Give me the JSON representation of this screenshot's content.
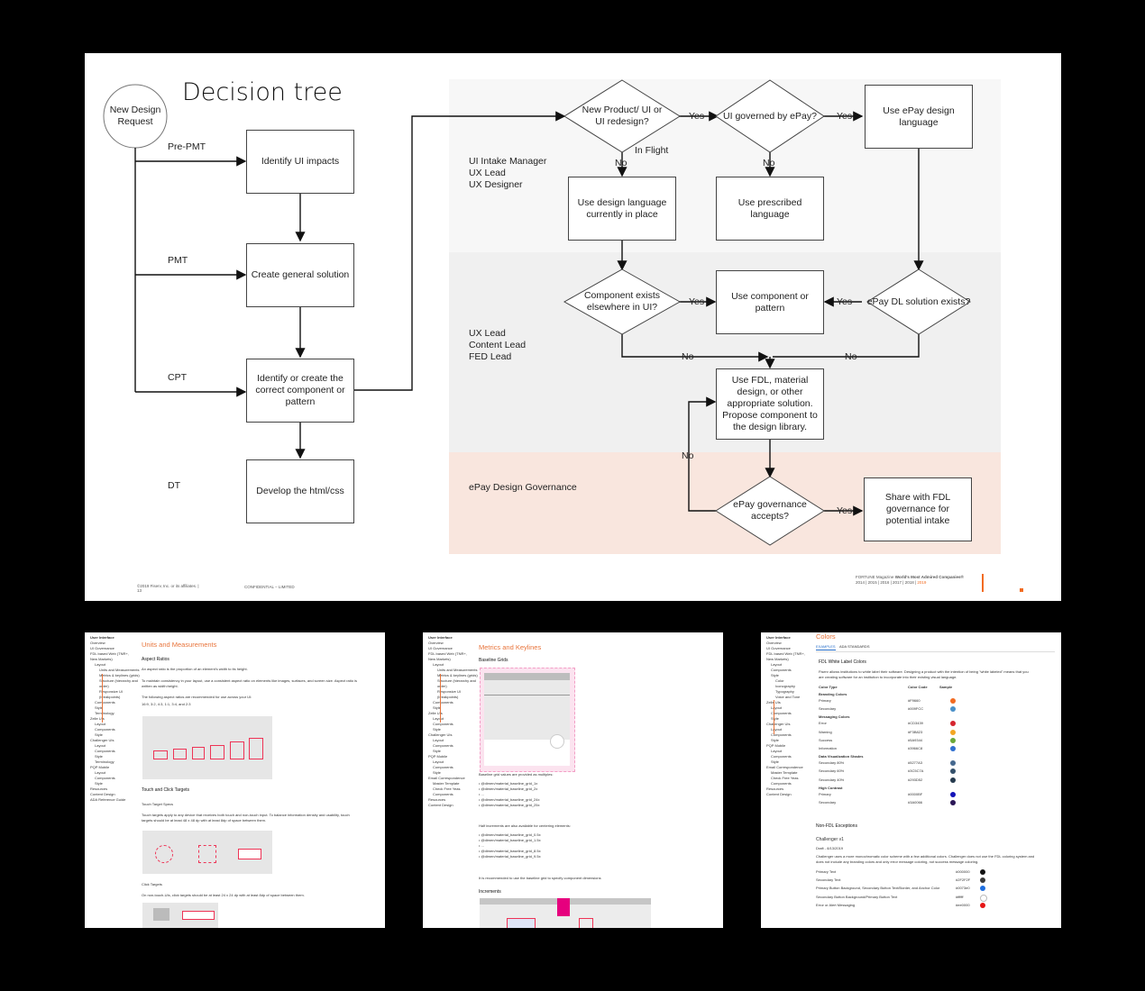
{
  "diagram": {
    "title": "Decision tree",
    "start": "New Design Request",
    "phases": [
      "Pre-PMT",
      "PMT",
      "CPT",
      "DT"
    ],
    "steps": [
      "Identify UI impacts",
      "Create general solution",
      "Identify or create the correct component or pattern",
      "Develop the html/css"
    ],
    "lanes": [
      "UI Intake Manager\nUX Lead\nUX Designer",
      "UX Lead\nContent Lead\nFED Lead",
      "ePay Design Governance"
    ],
    "decisions": {
      "new_product": "New Product/ UI or UI redesign?",
      "governed": "UI governed by ePay?",
      "component_exists": "Component exists elsewhere in UI?",
      "dl_solution": "ePay DL solution exists?",
      "governance_accepts": "ePay governance accepts?"
    },
    "actions": {
      "use_epay": "Use ePay design language",
      "use_current": "Use design language currently in place",
      "use_prescribed": "Use prescribed language",
      "use_component": "Use component or pattern",
      "use_fdl": "Use FDL, material design, or other appropriate solution. Propose component to the design library.",
      "share": "Share with FDL governance for potential intake"
    },
    "edge_labels": {
      "yes": "Yes",
      "no": "No",
      "in_flight": "In Flight"
    },
    "footer": {
      "copyright": "©2019 Fiserv, Inc. or its affiliates.  |",
      "page": "13",
      "confidential": "CONFIDENTIAL – LIMITED",
      "fortune_prefix": "FORTUNE Magazine ",
      "fortune_bold": "World's Most Admired Companies®",
      "years": "2014  |  2015  |  2016  |  2017  |  2018  |  ",
      "year_highlight": "2019"
    }
  },
  "shots": [
    {
      "nav": [
        "User Interface",
        "Overview",
        "UI Governance",
        "FDL based Web (TNR+, New Markets)",
        "Layout",
        "Units and Measurements",
        "Metrics & keylines (grids)",
        "Structure (hierarchy and order)",
        "Responsive UI (breakpoints)",
        "Components",
        "Style",
        "Terminology",
        "Zelle UIs",
        "Layout",
        "Components",
        "Style",
        "Challenger UIs",
        "Layout",
        "Components",
        "Style",
        "Terminology",
        "PQP Mobile",
        "Layout",
        "Components",
        "Style",
        "Resources",
        "Content Design",
        "ADA Reference Guide"
      ],
      "title": "Units and Measurements",
      "h1": "Aspect Ratios",
      "p1": "An aspect ratio is the proportion of an element's width to its height.",
      "p2": "To maintain consistency in your layout, use a consistent aspect ratio on elements like images, surfaces, and screen size. Aspect ratio is",
      "p2b": "written as width:height.",
      "p3": "The following aspect ratios are recommended for use across your UI:",
      "p4": "16:9, 3:2, 4:3, 1:1, 3:4, and 2:3",
      "h2": "Touch and Click Targets",
      "h3": "Touch Target Specs",
      "p5": "Touch targets apply to any device that receives both touch and non-touch input. To balance information density and usability, touch",
      "p5b": "targets should be at least 48 x 48 dp with at least 8dp of space between them.",
      "h4": "Click Targets",
      "p6": "On non-touch-UIs, click targets should be at least 24 x 24 dp with at least 8dp of space between them."
    },
    {
      "nav": [
        "User Interface",
        "Overview",
        "UI Governance",
        "FDL based Web (TNR+, New Markets)",
        "Layout",
        "Units and Measurements",
        "Metrics & keylines (grids)",
        "Structure (hierarchy and order)",
        "Responsive UI (breakpoints)",
        "Components",
        "Style",
        "Zelle UIs",
        "Layout",
        "Components",
        "Style",
        "Challenger UIs",
        "Layout",
        "Components",
        "Style",
        "PQP Mobile",
        "Layout",
        "Components",
        "Style",
        "Email Correspondence",
        "Master Template",
        "Check Free Yeas Components",
        "Resources",
        "Content Design"
      ],
      "title": "Metrics and Keylines",
      "h1": "Baseline Grids",
      "p1": "Baseline grid values are provided as multiples:",
      "list1": [
        "@dimen/material_baseline_grid_1x",
        "@dimen/material_baseline_grid_2x",
        "...",
        "@dimen/material_baseline_grid_24x",
        "@dimen/material_baseline_grid_25x"
      ],
      "p2": "Half increments are also available for centering elements:",
      "list2": [
        "@dimen/material_baseline_grid_0.5x",
        "@dimen/material_baseline_grid_1.5x",
        "...",
        "@dimen/material_baseline_grid_8.5x",
        "@dimen/material_baseline_grid_9.5x"
      ],
      "p3": "It is recommended to use the baseline grid to specify component dimensions",
      "h2": "Increments"
    },
    {
      "nav": [
        "User Interface",
        "Overview",
        "UI Governance",
        "FDL based Web (TNR+, New Markets)",
        "Layout",
        "Components",
        "Style",
        "Color",
        "Iconography",
        "Typography",
        "Voice and Tone",
        "Zelle UIs",
        "Layout",
        "Components",
        "Style",
        "Challenger UIs",
        "Layout",
        "Components",
        "Style",
        "PQP Mobile",
        "Layout",
        "Components",
        "Style",
        "Email Correspondence",
        "Master Template",
        "Check Free Yeas Components",
        "Resources",
        "Content Design"
      ],
      "title": "Colors",
      "tabs": [
        "EXAMPLES",
        "ADA STANDARDS"
      ],
      "h1": "FDL White Label Colors",
      "intro": "Fiserv allows institutions to white label their software. Designing a product with the intention of being \"white labeled\" means that you",
      "intro2": "are creating software for an institution to incorporate into their existing visual language.",
      "headers": [
        "Color Type",
        "Color Code",
        "Sample"
      ],
      "rows": [
        {
          "type": "Branding Colors",
          "code": "",
          "color": "",
          "group": true
        },
        {
          "type": "Primary",
          "code": "#F9660",
          "color": "#f26b21"
        },
        {
          "type": "Secondary",
          "code": "#009FCC",
          "color": "#4a90c8"
        },
        {
          "type": "Messaging Colors",
          "code": "",
          "color": "",
          "group": true
        },
        {
          "type": "Error",
          "code": "#CD3439",
          "color": "#d5252f"
        },
        {
          "type": "Warning",
          "code": "#F3B823",
          "color": "#f3a623"
        },
        {
          "type": "Success",
          "code": "#5A9344",
          "color": "#6aa83a"
        },
        {
          "type": "Information",
          "code": "#3966C8",
          "color": "#2f6fd0"
        },
        {
          "type": "Data Visualization Shades",
          "code": "",
          "color": "",
          "group": true
        },
        {
          "type": "Secondary 80%",
          "code": "#5277A3",
          "color": "#46698f"
        },
        {
          "type": "Secondary 60%",
          "code": "#3C5C7A",
          "color": "#34506b"
        },
        {
          "type": "Secondary 40%",
          "code": "#293D52",
          "color": "#263a4e"
        },
        {
          "type": "High Contrast",
          "code": "",
          "color": "",
          "group": true
        },
        {
          "type": "Primary",
          "code": "#0000BF",
          "color": "#1414b8"
        },
        {
          "type": "Secondary",
          "code": "#3A0066",
          "color": "#2a1656"
        }
      ],
      "h2": "Non-FDL Exceptions",
      "h3": "Challenger v1",
      "draft": "Draft - 8/13/2019",
      "p1": "Challenger uses a more monochromatic color scheme with a few additional colors. Challenger does not use the FDL coloring system and",
      "p1b": "does not include any branding colors and only error message coloring, not success message coloring.",
      "rows2": [
        {
          "type": "Primary Text",
          "code": "#000000",
          "color": "#111111"
        },
        {
          "type": "Secondary Text",
          "code": "#2F2F2F",
          "color": "#3a3a3a"
        },
        {
          "type": "Primary Button Background, Secondary Button Text/Border, and Anchor Color",
          "code": "#0073e0",
          "color": "#1f6fe0"
        },
        {
          "type": "Secondary Button Background/Primary Button Text",
          "code": "#ffffff",
          "color": "#ffffff"
        },
        {
          "type": "Error or Alert Messaging",
          "code": "#ee0000",
          "color": "#e51616"
        }
      ]
    }
  ]
}
